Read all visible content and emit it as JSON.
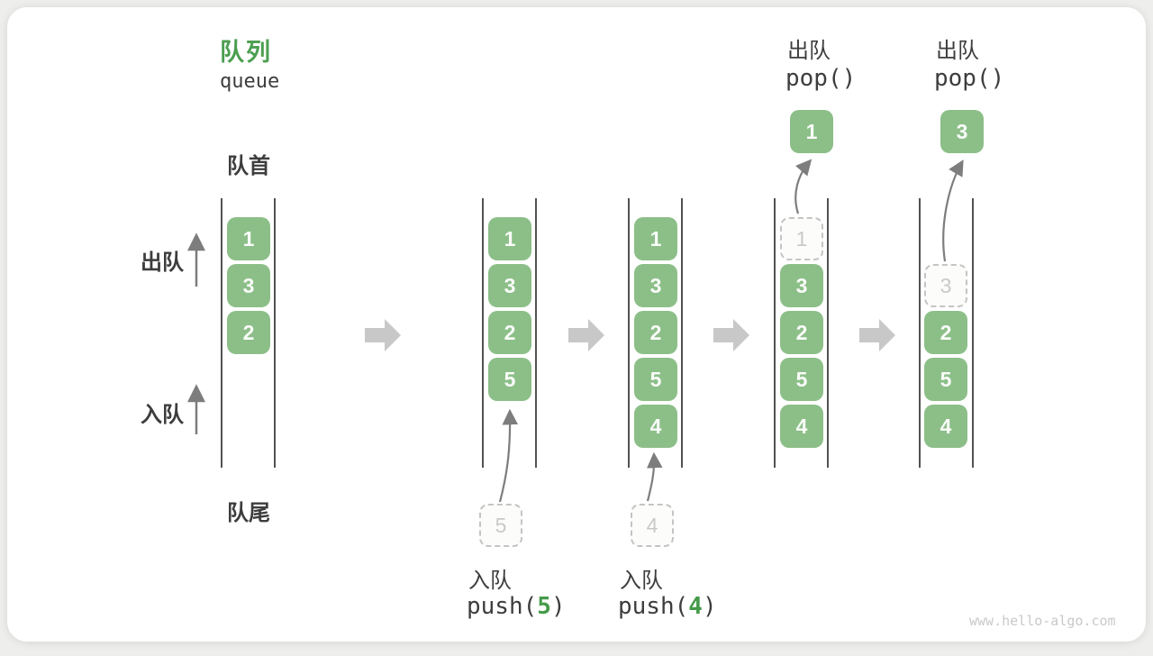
{
  "title": {
    "zh": "队列",
    "en": "queue"
  },
  "side_labels": {
    "front": "队首",
    "rear": "队尾",
    "dequeue": "出队",
    "enqueue": "入队"
  },
  "states": [
    {
      "cells": [
        "1",
        "3",
        "2"
      ]
    },
    {
      "cells": [
        "1",
        "3",
        "2",
        "5"
      ],
      "pending": "5",
      "op": {
        "label": "入队",
        "call_prefix": "push(",
        "call_arg": "5",
        "call_suffix": ")"
      }
    },
    {
      "cells": [
        "1",
        "3",
        "2",
        "5",
        "4"
      ],
      "pending": "4",
      "op": {
        "label": "入队",
        "call_prefix": "push(",
        "call_arg": "4",
        "call_suffix": ")"
      }
    },
    {
      "cells": [
        "3",
        "2",
        "5",
        "4"
      ],
      "removed": "1",
      "popped": "1",
      "op": {
        "label": "出队",
        "call_prefix": "pop(",
        "call_arg": "",
        "call_suffix": ")"
      }
    },
    {
      "cells": [
        "2",
        "5",
        "4"
      ],
      "removed": "3",
      "popped": "3",
      "op": {
        "label": "出队",
        "call_prefix": "pop(",
        "call_arg": "",
        "call_suffix": ")"
      }
    }
  ],
  "watermark": "www.hello-algo.com",
  "colors": {
    "cell_green": "#8cbf88",
    "title_green": "#4b9e50",
    "arg_green": "#459a49",
    "channel_line_gray": "#525252",
    "thin_arrow_gray": "#7d7d7d",
    "block_arrow_gray": "#c8c8c8",
    "ghost_gray": "#c9c9c9"
  }
}
